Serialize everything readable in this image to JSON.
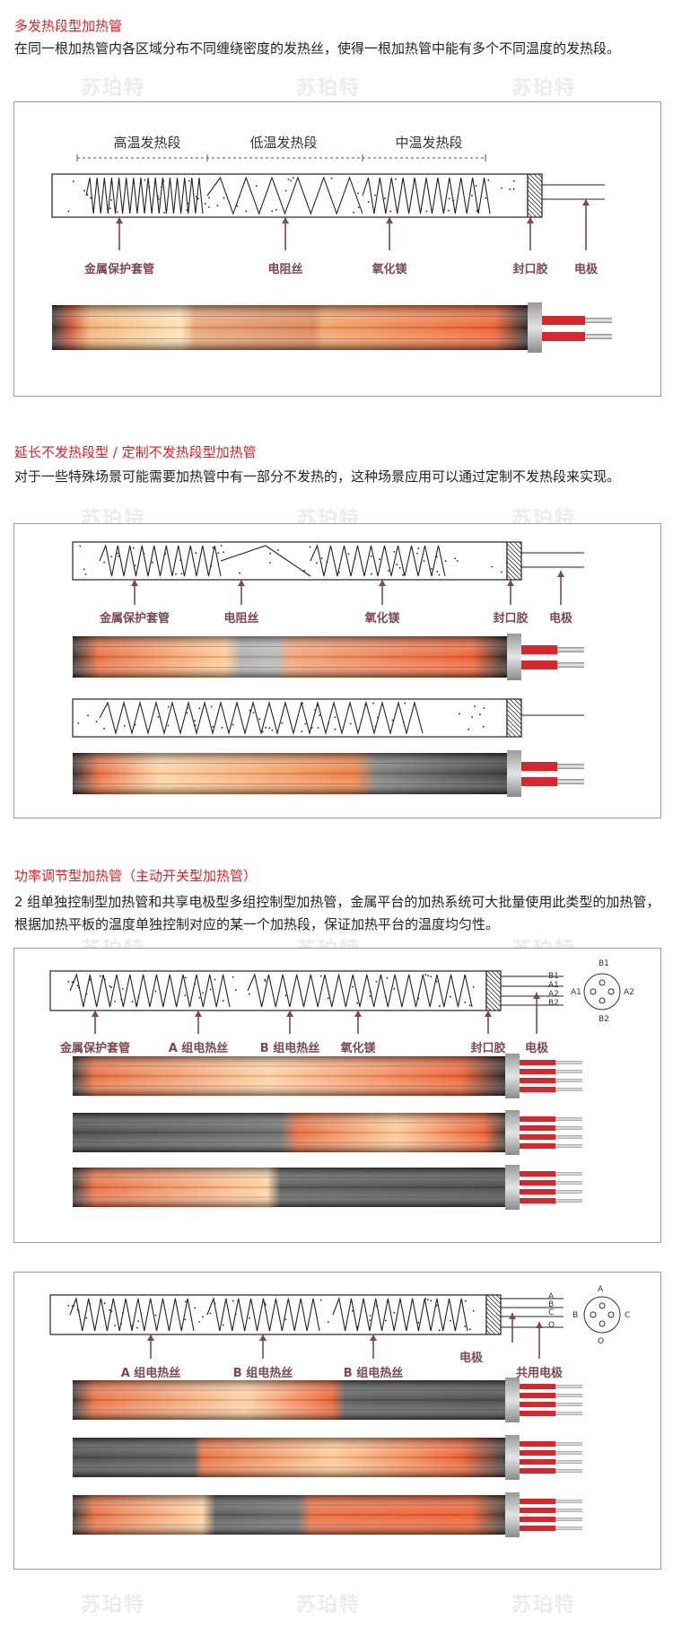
{
  "colors": {
    "title": "#d8262c",
    "label": "#7a4a52",
    "frame": "#9a9a9a"
  },
  "sections": [
    {
      "title": "多发热段型加热管",
      "desc": "在同一根加热管内各区域分布不同缠绕密度的发热丝，使得一根加热管中能有多个不同温度的发热段。"
    },
    {
      "title": "延长不发热段型 / 定制不发热段型加热管",
      "desc": "对于一些特殊场景可能需要加热管中有一部分不发热的，这种场景应用可以通过定制不发热段来实现。"
    },
    {
      "title": "功率调节型加热管（主动开关型加热管）",
      "desc": "2 组单独控制型加热管和共享电极型多组控制型加热管，金属平台的加热系统可大批量使用此类型的加热管，根据加热平板的温度单独控制对应的某一个加热段，保证加热平台的温度均匀性。"
    }
  ],
  "d1": {
    "zones": [
      "高温发热段",
      "低温发热段",
      "中温发热段"
    ],
    "labels": [
      "金属保护套管",
      "电阻丝",
      "氧化镁",
      "封口胶",
      "电极"
    ]
  },
  "d2": {
    "labels": [
      "金属保护套管",
      "电阻丝",
      "氧化镁",
      "封口胶",
      "电极"
    ]
  },
  "d3": {
    "labels": [
      "金属保护套管",
      "A 组电热丝",
      "B 组电热丝",
      "氧化镁",
      "封口胶",
      "电极"
    ],
    "pins": [
      "B1",
      "A1",
      "A2",
      "B2"
    ]
  },
  "d4": {
    "labels": [
      "A 组电热丝",
      "B 组电热丝",
      "B 组电热丝",
      "电极",
      "共用电极"
    ],
    "pins": [
      "A",
      "B",
      "C",
      "O"
    ]
  },
  "watermark": "苏珀特"
}
